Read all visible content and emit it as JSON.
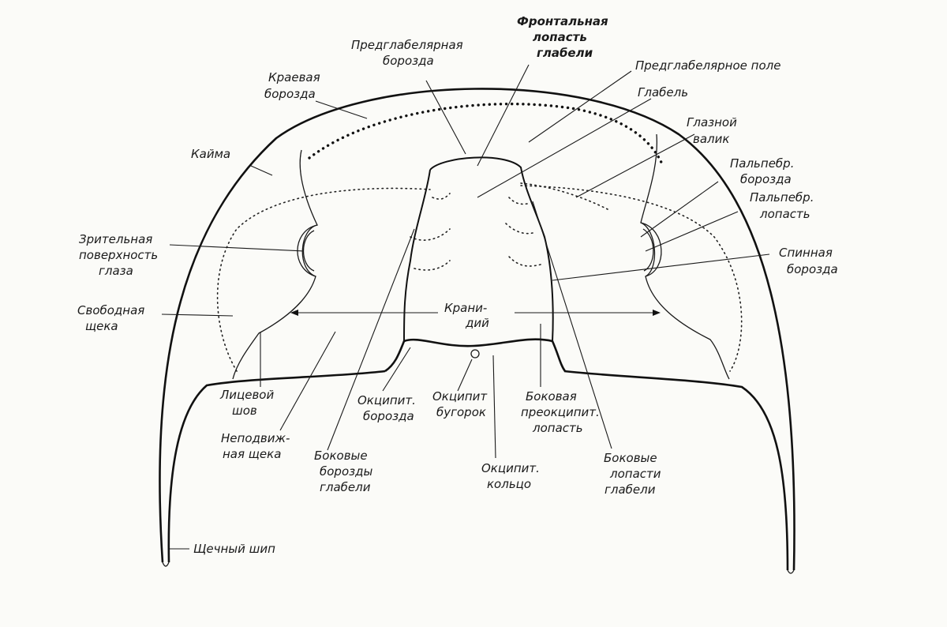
{
  "labels": {
    "preglabellar_furrow": [
      "Предглабелярная",
      "борозда"
    ],
    "frontal_lobe": [
      "Фронтальная",
      "лопасть",
      "глабели"
    ],
    "preglabellar_field": [
      "Предглабелярное поле"
    ],
    "glabella": [
      "Глабель"
    ],
    "border_furrow": [
      "Краевая",
      "борозда"
    ],
    "eye_ridge": [
      "Глазной",
      "валик"
    ],
    "border": [
      "Кайма"
    ],
    "palpebral_furrow": [
      "Пальпебр.",
      "борозда"
    ],
    "palpebral_lobe": [
      "Пальпебр.",
      "лопасть"
    ],
    "eye_surface": [
      "Зрительная",
      "поверхность",
      "глаза"
    ],
    "axial_furrow": [
      "Спинная",
      "борозда"
    ],
    "free_cheek": [
      "Свободная",
      "щека"
    ],
    "cranidium": [
      "Крани-",
      "дий"
    ],
    "facial_suture": [
      "Лицевой",
      "шов"
    ],
    "occipital_furrow": [
      "Окципит.",
      "борозда"
    ],
    "occipital_node": [
      "Окципит",
      "бугорок"
    ],
    "preoccipital_lobe": [
      "Боковая",
      "преокципит.",
      "лопасть"
    ],
    "fixed_cheek": [
      "Неподвиж-",
      "ная щека"
    ],
    "glabellar_furrows": [
      "Боковые",
      "борозды",
      "глабели"
    ],
    "occipital_ring": [
      "Окципит.",
      "кольцо"
    ],
    "glabellar_lobes": [
      "Боковые",
      "лопасти",
      "глабели"
    ],
    "genal_spine": [
      "Щечный шип"
    ]
  }
}
